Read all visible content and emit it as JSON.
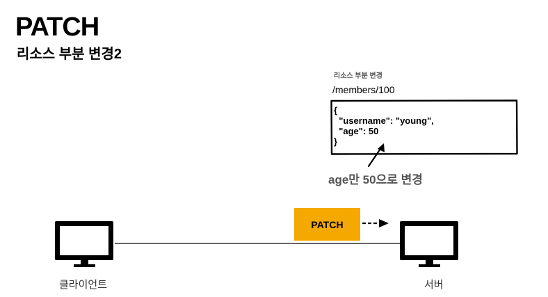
{
  "slide": {
    "title": "PATCH",
    "subtitle": "리소스 부분 변경2"
  },
  "resource": {
    "caption": "리소스 부분 변경",
    "path": "/members/100",
    "json_lines": [
      "{",
      "  \"username\": \"young\",",
      "  \"age\": 50",
      "}"
    ]
  },
  "annotation": "age만 50으로 변경",
  "request": {
    "method_label": "PATCH",
    "badge_color": "#F5A800"
  },
  "client": {
    "label": "클라이언트",
    "icon": "monitor-icon"
  },
  "server": {
    "label": "서버",
    "icon": "monitor-icon"
  }
}
